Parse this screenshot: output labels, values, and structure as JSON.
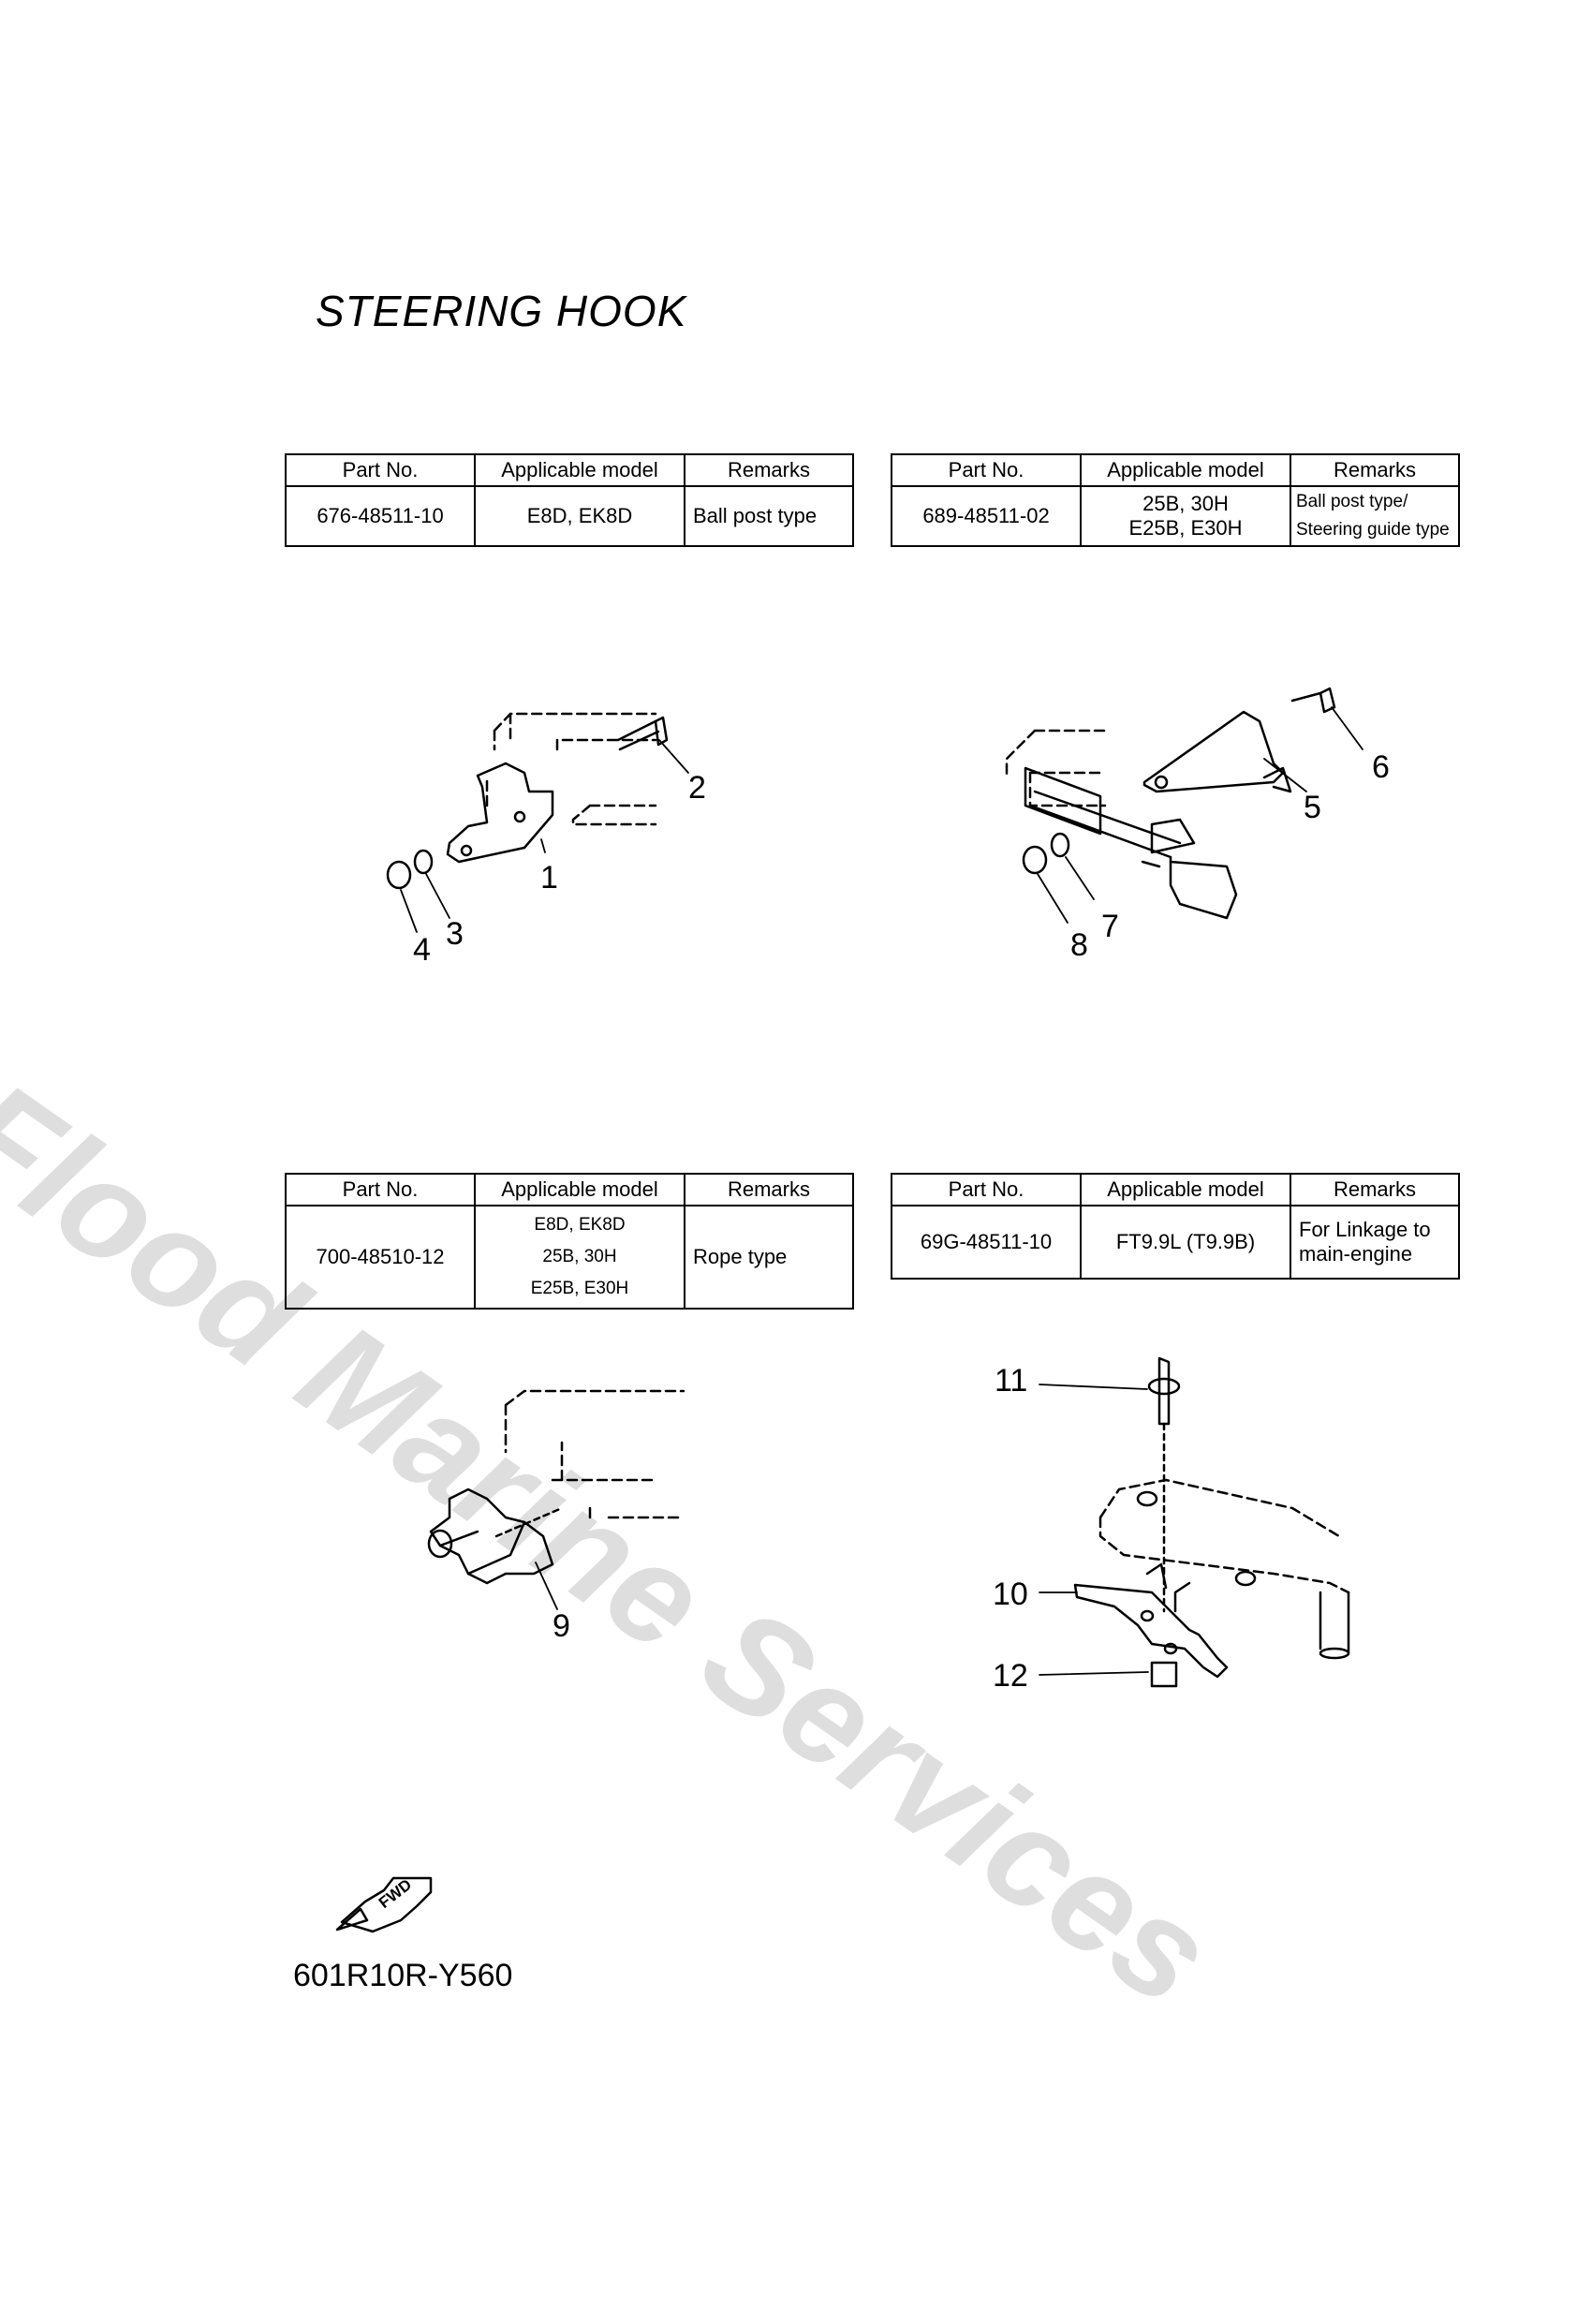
{
  "title": "STEERING HOOK",
  "watermark": "Flood Marine Services",
  "headers": {
    "part_no": "Part No.",
    "applicable_model": "Applicable model",
    "remarks": "Remarks"
  },
  "tables": [
    {
      "part_no": "676-48511-10",
      "models": [
        "E8D, EK8D"
      ],
      "remarks": [
        "Ball post type"
      ]
    },
    {
      "part_no": "689-48511-02",
      "models": [
        "25B, 30H",
        "E25B, E30H"
      ],
      "remarks": [
        "Ball post type/",
        "Steering guide type"
      ]
    },
    {
      "part_no": "700-48510-12",
      "models": [
        "E8D, EK8D",
        "25B, 30H",
        "E25B, E30H"
      ],
      "remarks": [
        "Rope type"
      ]
    },
    {
      "part_no": "69G-48511-10",
      "models": [
        "FT9.9L (T9.9B)"
      ],
      "remarks": [
        "For Linkage to",
        "main-engine"
      ]
    }
  ],
  "callouts": [
    "1",
    "2",
    "3",
    "4",
    "5",
    "6",
    "7",
    "8",
    "9",
    "10",
    "11",
    "12"
  ],
  "fwd_label": "FWD",
  "diagram_code": "601R10R-Y560",
  "colors": {
    "ink": "#000000",
    "watermark": "#d9d9d9"
  }
}
